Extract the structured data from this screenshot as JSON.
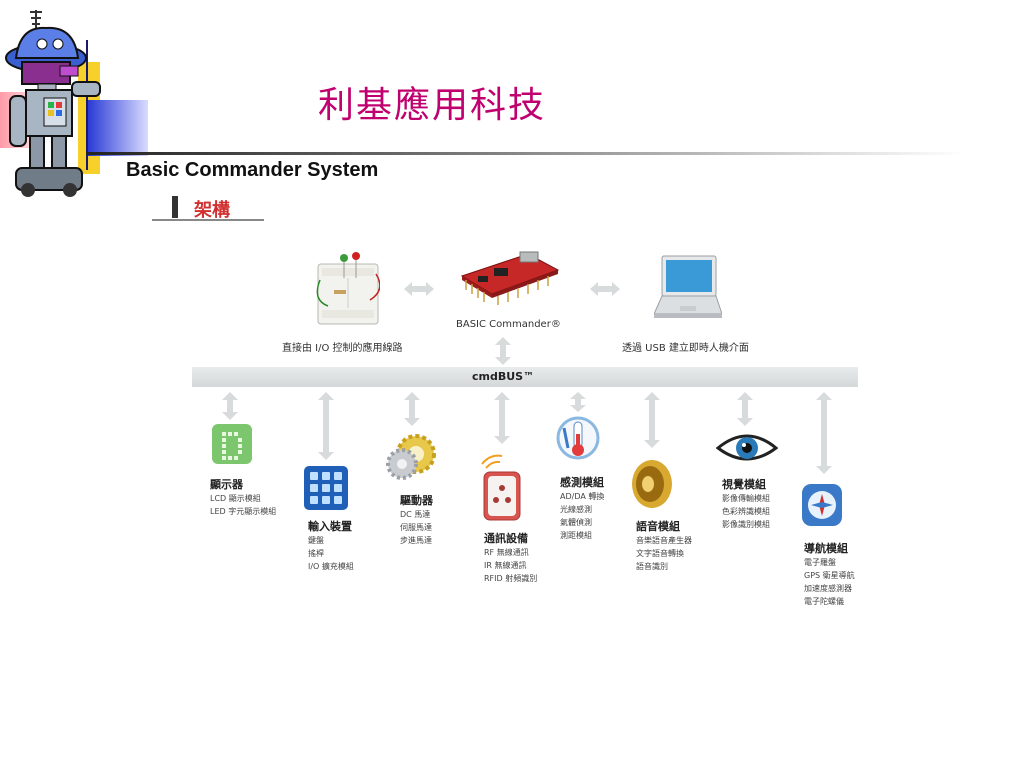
{
  "header": {
    "title": "利基應用科技",
    "subtitle": "Basic Commander System"
  },
  "section": {
    "label": "架構"
  },
  "top_row": {
    "breadboard_caption": "直接由 I/O 控制的應用線路",
    "board_caption": "BASIC Commander®",
    "laptop_caption": "透過 USB 建立即時人機介面"
  },
  "bus": {
    "label": "cmdBUS™"
  },
  "modules": [
    {
      "title": "顯示器",
      "lines": [
        "LCD 顯示模組",
        "LED 字元顯示模組"
      ],
      "icon": "led-matrix-icon"
    },
    {
      "title": "輸入裝置",
      "lines": [
        "鍵盤",
        "搖桿",
        "I/O 擴充模組"
      ],
      "icon": "keypad-icon"
    },
    {
      "title": "驅動器",
      "lines": [
        "DC 馬達",
        "伺服馬達",
        "步進馬達"
      ],
      "icon": "gear-icon"
    },
    {
      "title": "通訊設備",
      "lines": [
        "RF 無線通訊",
        "IR 無線通訊",
        "RFID 射頻識別"
      ],
      "icon": "remote-icon"
    },
    {
      "title": "感測模組",
      "lines": [
        "AD/DA 轉換",
        "光線感測",
        "氣體偵測",
        "測距模組"
      ],
      "icon": "thermometer-icon"
    },
    {
      "title": "語音模組",
      "lines": [
        "音樂語音產生器",
        "文字語音轉換",
        "語音識別"
      ],
      "icon": "speaker-icon"
    },
    {
      "title": "視覺模組",
      "lines": [
        "影像傳輸模組",
        "色彩辨識模組",
        "影像識別模組"
      ],
      "icon": "eye-icon"
    },
    {
      "title": "導航模組",
      "lines": [
        "電子羅盤",
        "GPS 衛星導航",
        "加速度感測器",
        "電子陀螺儀"
      ],
      "icon": "compass-icon"
    }
  ],
  "colors": {
    "title": "#c0006f",
    "section": "#d23030",
    "arrow": "#d7dbdb",
    "bus": "#dcdfdf"
  }
}
